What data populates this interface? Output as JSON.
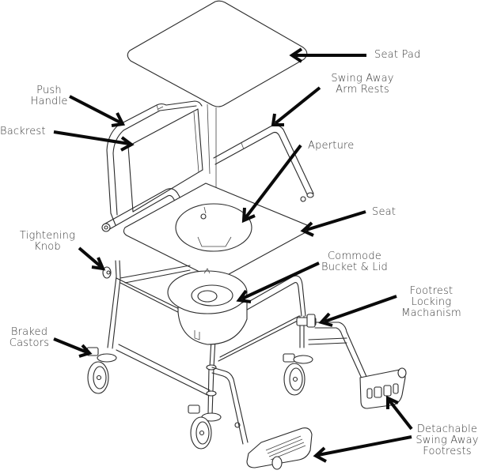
{
  "diagram": {
    "subject": "Commode shower chair exploded parts diagram",
    "labels": {
      "seat_pad": "Seat Pad",
      "swing_away_arm_rests_l1": "Swing Away",
      "swing_away_arm_rests_l2": "Arm Rests",
      "push_handle_l1": "Push",
      "push_handle_l2": "Handle",
      "backrest": "Backrest",
      "aperture": "Aperture",
      "seat": "Seat",
      "tightening_knob_l1": "Tightening",
      "tightening_knob_l2": "Knob",
      "commode_bucket_l1": "Commode",
      "commode_bucket_l2": "Bucket & Lid",
      "footrest_locking_l1": "Footrest",
      "footrest_locking_l2": "Locking",
      "footrest_locking_l3": "Machanism",
      "braked_castors_l1": "Braked",
      "braked_castors_l2": "Castors",
      "detachable_footrests_l1": "Detachable",
      "detachable_footrests_l2": "Swing Away",
      "detachable_footrests_l3": "Footrests"
    },
    "colors": {
      "label_text": "#3a3a3a",
      "arrow": "#0a0a0a",
      "line_art": "#2a2a2a",
      "background": "#ffffff"
    }
  }
}
